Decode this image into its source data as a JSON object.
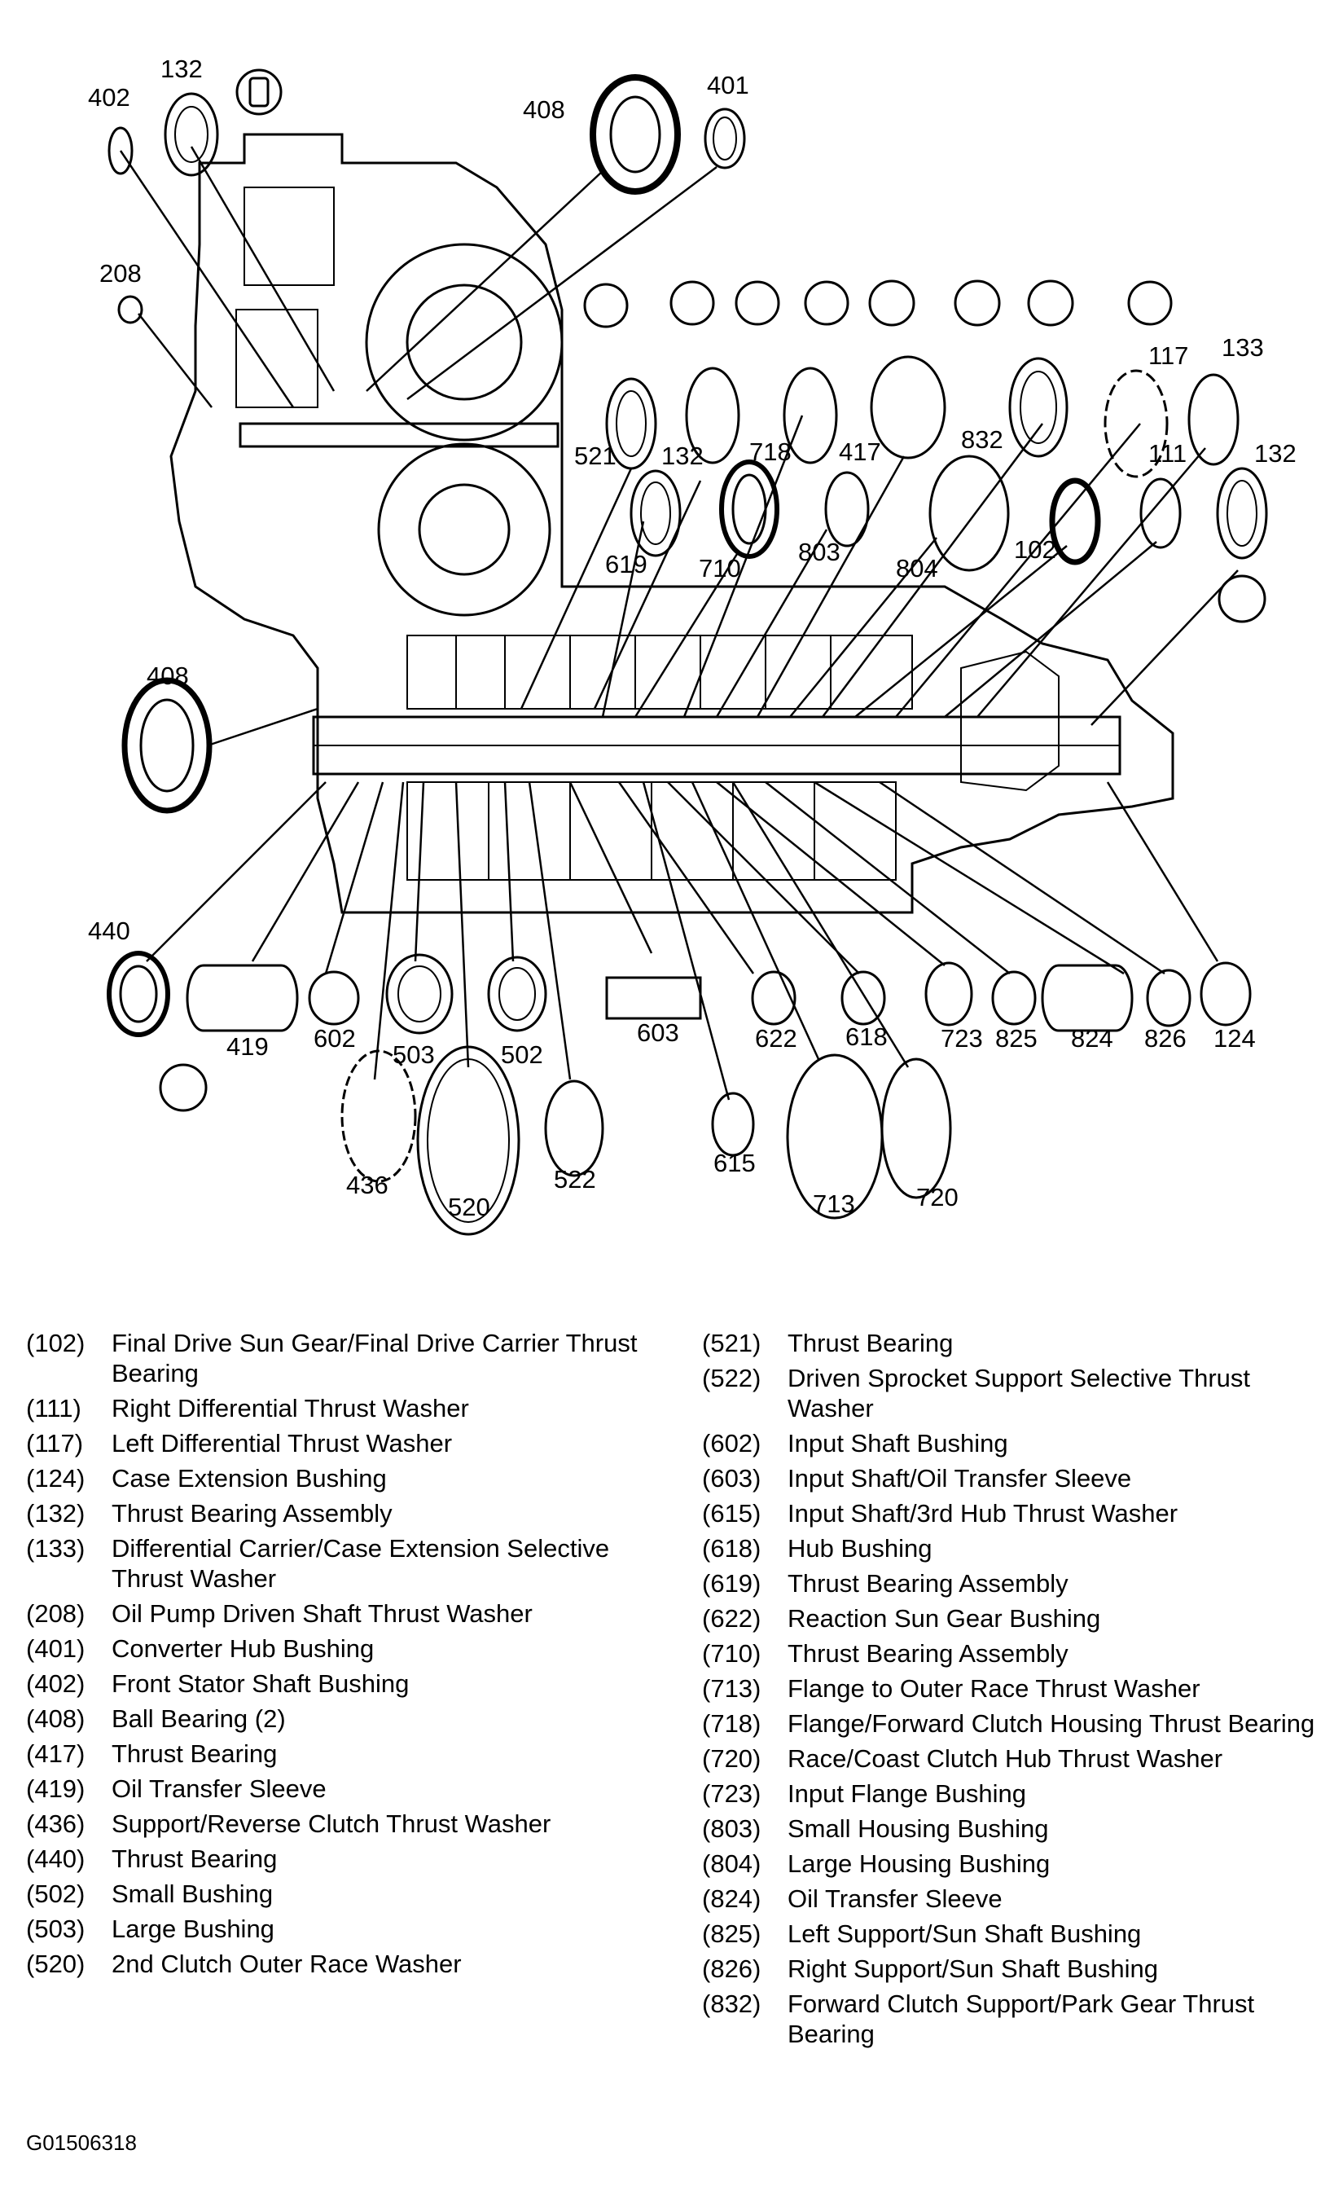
{
  "callouts": [
    {
      "id": "402",
      "text": "402"
    },
    {
      "id": "132a",
      "text": "132"
    },
    {
      "id": "408a",
      "text": "408"
    },
    {
      "id": "401",
      "text": "401"
    },
    {
      "id": "208",
      "text": "208"
    },
    {
      "id": "117",
      "text": "117"
    },
    {
      "id": "133",
      "text": "133"
    },
    {
      "id": "521",
      "text": "521"
    },
    {
      "id": "132b",
      "text": "132"
    },
    {
      "id": "718",
      "text": "718"
    },
    {
      "id": "417",
      "text": "417"
    },
    {
      "id": "832",
      "text": "832"
    },
    {
      "id": "111",
      "text": "111"
    },
    {
      "id": "132c",
      "text": "132"
    },
    {
      "id": "619",
      "text": "619"
    },
    {
      "id": "710",
      "text": "710"
    },
    {
      "id": "803",
      "text": "803"
    },
    {
      "id": "804",
      "text": "804"
    },
    {
      "id": "102",
      "text": "102"
    },
    {
      "id": "408b",
      "text": "408"
    },
    {
      "id": "440",
      "text": "440"
    },
    {
      "id": "419",
      "text": "419"
    },
    {
      "id": "602",
      "text": "602"
    },
    {
      "id": "503",
      "text": "503"
    },
    {
      "id": "502",
      "text": "502"
    },
    {
      "id": "603",
      "text": "603"
    },
    {
      "id": "622",
      "text": "622"
    },
    {
      "id": "618",
      "text": "618"
    },
    {
      "id": "723",
      "text": "723"
    },
    {
      "id": "825",
      "text": "825"
    },
    {
      "id": "824",
      "text": "824"
    },
    {
      "id": "826",
      "text": "826"
    },
    {
      "id": "124",
      "text": "124"
    },
    {
      "id": "436",
      "text": "436"
    },
    {
      "id": "520",
      "text": "520"
    },
    {
      "id": "522",
      "text": "522"
    },
    {
      "id": "615",
      "text": "615"
    },
    {
      "id": "713",
      "text": "713"
    },
    {
      "id": "720",
      "text": "720"
    }
  ],
  "legend_left": [
    {
      "code": "(102)",
      "desc": "Final Drive Sun Gear/Final Drive Carrier Thrust Bearing"
    },
    {
      "code": "(111)",
      "desc": "Right Differential Thrust Washer"
    },
    {
      "code": "(117)",
      "desc": "Left Differential Thrust Washer"
    },
    {
      "code": "(124)",
      "desc": "Case Extension Bushing"
    },
    {
      "code": "(132)",
      "desc": "Thrust Bearing Assembly"
    },
    {
      "code": "(133)",
      "desc": "Differential Carrier/Case Extension Selective Thrust Washer"
    },
    {
      "code": "(208)",
      "desc": "Oil Pump Driven Shaft Thrust Washer"
    },
    {
      "code": "(401)",
      "desc": "Converter Hub Bushing"
    },
    {
      "code": "(402)",
      "desc": "Front Stator Shaft Bushing"
    },
    {
      "code": "(408)",
      "desc": "Ball Bearing (2)"
    },
    {
      "code": "(417)",
      "desc": "Thrust Bearing"
    },
    {
      "code": "(419)",
      "desc": "Oil Transfer Sleeve"
    },
    {
      "code": "(436)",
      "desc": "Support/Reverse Clutch Thrust Washer"
    },
    {
      "code": "(440)",
      "desc": "Thrust Bearing"
    },
    {
      "code": "(502)",
      "desc": "Small Bushing"
    },
    {
      "code": "(503)",
      "desc": "Large Bushing"
    },
    {
      "code": "(520)",
      "desc": "2nd Clutch Outer Race Washer"
    }
  ],
  "legend_right": [
    {
      "code": "(521)",
      "desc": "Thrust Bearing"
    },
    {
      "code": "(522)",
      "desc": "Driven Sprocket Support Selective Thrust Washer"
    },
    {
      "code": "(602)",
      "desc": "Input Shaft Bushing"
    },
    {
      "code": "(603)",
      "desc": "Input Shaft/Oil Transfer Sleeve"
    },
    {
      "code": "(615)",
      "desc": "Input Shaft/3rd Hub Thrust Washer"
    },
    {
      "code": "(618)",
      "desc": "Hub Bushing"
    },
    {
      "code": "(619)",
      "desc": "Thrust Bearing Assembly"
    },
    {
      "code": "(622)",
      "desc": "Reaction Sun Gear Bushing"
    },
    {
      "code": "(710)",
      "desc": "Thrust Bearing Assembly"
    },
    {
      "code": "(713)",
      "desc": "Flange to Outer Race Thrust Washer"
    },
    {
      "code": "(718)",
      "desc": "Flange/Forward Clutch Housing Thrust Bearing"
    },
    {
      "code": "(720)",
      "desc": "Race/Coast Clutch Hub Thrust Washer"
    },
    {
      "code": "(723)",
      "desc": "Input Flange Bushing"
    },
    {
      "code": "(803)",
      "desc": "Small Housing Bushing"
    },
    {
      "code": "(804)",
      "desc": "Large Housing Bushing"
    },
    {
      "code": "(824)",
      "desc": "Oil Transfer Sleeve"
    },
    {
      "code": "(825)",
      "desc": "Left Support/Sun Shaft Bushing"
    },
    {
      "code": "(826)",
      "desc": "Right Support/Sun Shaft Bushing"
    },
    {
      "code": "(832)",
      "desc": "Forward Clutch Support/Park Gear Thrust Bearing"
    }
  ],
  "figure_id": "G01506318"
}
